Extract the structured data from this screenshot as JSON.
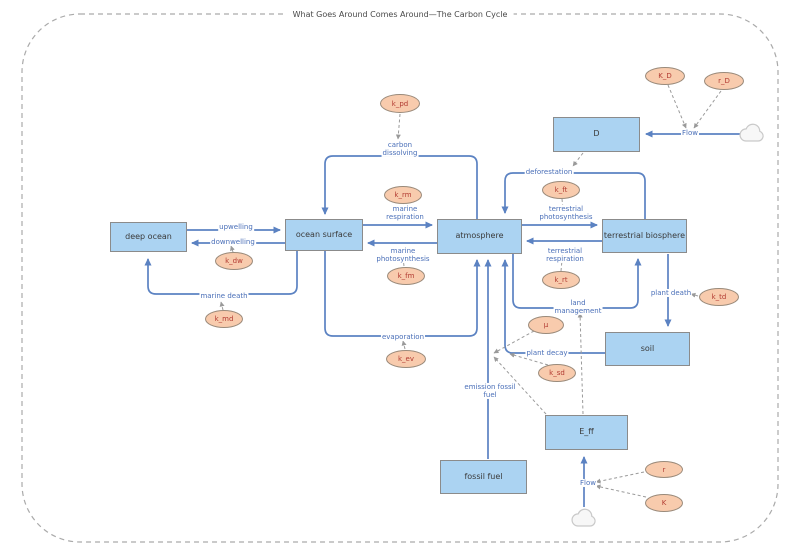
{
  "title": "What Goes Around Comes Around—The Carbon Cycle",
  "colors": {
    "stock_fill": "#abd3f2",
    "stock_border": "#8b8b8b",
    "flow_line": "#5b82c2",
    "flow_label_text": "#4a6fb8",
    "param_fill": "#f8cbad",
    "param_text": "#b23b32",
    "influence_line": "#9a9a9a",
    "outer_border": "#aaaaaa"
  },
  "stocks": {
    "deep_ocean": "deep ocean",
    "ocean_surface": "ocean surface",
    "atmosphere": "atmosphere",
    "terrestrial_biosphere": "terrestrial biosphere",
    "d": "D",
    "soil": "soil",
    "e_ff": "E_ff",
    "fossil_fuel": "fossil fuel"
  },
  "flows": {
    "upwelling": "upwelling",
    "downwelling": "downwelling",
    "marine_death": "marine death",
    "carbon_dissolving": "carbon\ndissolving",
    "marine_respiration": "marine\nrespiration",
    "marine_photosynthesis": "marine\nphotosynthesis",
    "evaporation": "evaporation",
    "emission_fossil_fuel": "emission fossil\nfuel",
    "plant_decay": "plant decay",
    "land_management": "land\nmanagement",
    "terrestrial_photosynthesis": "terrestrial\nphotosynthesis",
    "terrestrial_respiration": "terrestrial\nrespiration",
    "deforestation": "deforestation",
    "plant_death": "plant death",
    "flow_top": "Flow",
    "flow_bottom": "Flow"
  },
  "parameters": {
    "k_pd": "k_pd",
    "k_rm": "k_rm",
    "k_fm": "k_fm",
    "k_dw": "k_dw",
    "k_md": "k_md",
    "k_ev": "k_ev",
    "k_ft": "k_ft",
    "k_rt": "k_rt",
    "k_td": "k_td",
    "k_sd": "k_sd",
    "K_D": "K_D",
    "r_D": "r_D",
    "mu": "μ",
    "r": "r",
    "K": "K"
  }
}
